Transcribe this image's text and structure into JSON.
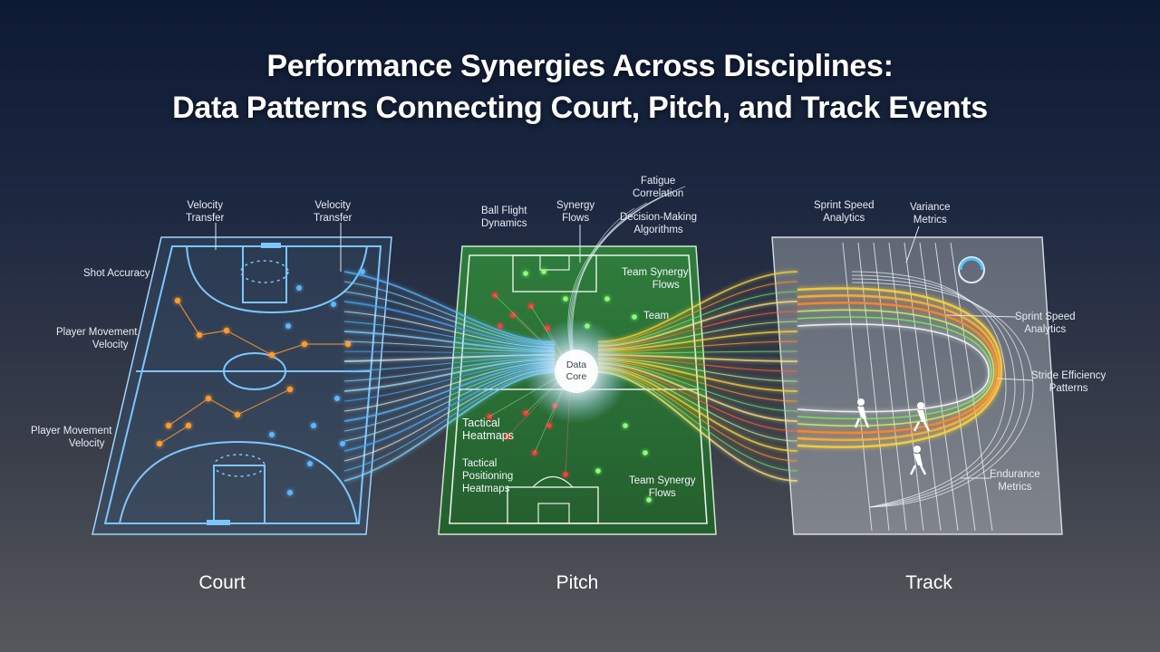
{
  "title": {
    "line1": "Performance Synergies Across Disciplines:",
    "line2": "Data Patterns Connecting Court, Pitch, and Track Events"
  },
  "panels": {
    "court": "Court",
    "pitch": "Pitch",
    "track": "Track"
  },
  "core_label": {
    "line1": "Data",
    "line2": "Core"
  },
  "annotations": {
    "court": {
      "velocity_transfer_1": {
        "line1": "Velocity",
        "line2": "Transfer"
      },
      "velocity_transfer_2": {
        "line1": "Velocity",
        "line2": "Transfer"
      },
      "shot_accuracy": "Shot Accuracy",
      "player_movement_1": {
        "line1": "Player Movement",
        "line2": "Velocity"
      },
      "player_movement_2": {
        "line1": "Player Movement",
        "line2": "Velocity"
      }
    },
    "pitch": {
      "ball_flight": {
        "line1": "Ball Flight",
        "line2": "Dynamics"
      },
      "synergy_flows": {
        "line1": "Synergy",
        "line2": "Flows"
      },
      "fatigue": {
        "line1": "Fatigue",
        "line2": "Correlation"
      },
      "decision_making": {
        "line1": "Decision-Making",
        "line2": "Algorithms"
      },
      "team_synergy_1": {
        "line1": "Team Synergy",
        "line2": "Flows"
      },
      "team": "Team",
      "tactical_heatmaps": {
        "line1": "Tactical",
        "line2": "Heatmaps"
      },
      "tactical_positioning": {
        "line1": "Tactical",
        "line2": "Positioning",
        "line3": "Heatmaps"
      },
      "team_synergy_2": {
        "line1": "Team Synergy",
        "line2": "Flows"
      }
    },
    "track": {
      "sprint_speed_1": {
        "line1": "Sprint Speed",
        "line2": "Analytics"
      },
      "variance": {
        "line1": "Variance",
        "line2": "Metrics"
      },
      "sprint_speed_2": {
        "line1": "Sprint Speed",
        "line2": "Analytics"
      },
      "stride_efficiency": {
        "line1": "Stride Efficiency",
        "line2": "Patterns"
      },
      "endurance": {
        "line1": "Endurance",
        "line2": "Metrics"
      }
    }
  },
  "colors": {
    "court_blue": "#5ab8ff",
    "court_orange": "#ff9a2e",
    "pitch_green": "#2f7a3a",
    "pitch_red": "#ff3b3b",
    "track_yellow": "#ffd53a",
    "core_white": "#ffffff"
  }
}
